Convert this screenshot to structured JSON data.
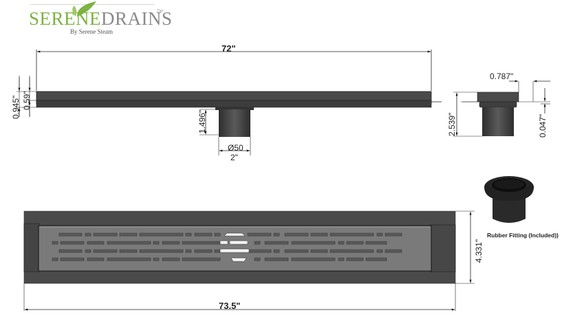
{
  "logo": {
    "brand_part1": "SERENE",
    "brand_part2": "DRAINS",
    "trademark": "TM",
    "tagline": "By Serene Steam",
    "colors": {
      "green": "#7cb342",
      "gray": "#8a8a8a"
    }
  },
  "side_view": {
    "length": "72\"",
    "overall_height": "0.945\"",
    "grate_thickness": "0.59\"",
    "outlet_height": "1.496\"",
    "outlet_diameter_mm": "Ø50",
    "outlet_diameter_in": "2\""
  },
  "end_view": {
    "flange_width": "0.787\"",
    "total_height": "2.539\"",
    "lip_thickness": "0.047\""
  },
  "top_view": {
    "overall_length": "73.5\"",
    "width": "4.331\""
  },
  "accessory": {
    "caption": "Rubber Fitting (Included))"
  },
  "colors": {
    "body_dark": "#4a4a4a",
    "grate_gray": "#7a7a7a",
    "slot_dark": "#555555",
    "line": "#222222"
  }
}
